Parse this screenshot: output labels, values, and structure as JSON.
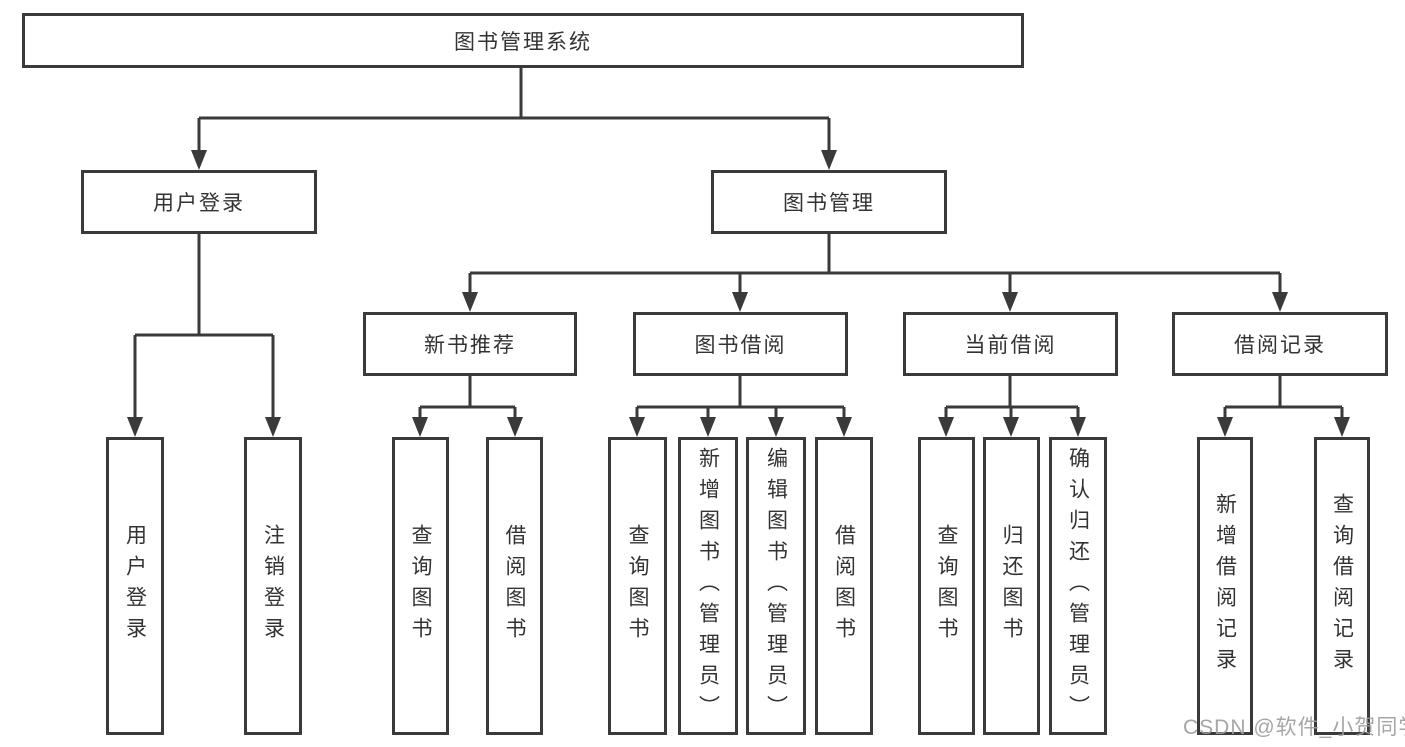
{
  "diagram": {
    "root": {
      "label": "图书管理系统"
    },
    "level2": {
      "user_login": {
        "label": "用户登录"
      },
      "book_management": {
        "label": "图书管理"
      }
    },
    "level3": {
      "new_book_recommend": {
        "label": "新书推荐"
      },
      "book_borrow": {
        "label": "图书借阅"
      },
      "current_borrow": {
        "label": "当前借阅"
      },
      "borrow_records": {
        "label": "借阅记录"
      }
    },
    "leaves": {
      "ul_user_login": {
        "label": "用户登录"
      },
      "ul_logout": {
        "label": "注销登录"
      },
      "nb_query_books": {
        "label": "查询图书"
      },
      "nb_borrow_books": {
        "label": "借阅图书"
      },
      "bb_query_books": {
        "label": "查询图书"
      },
      "bb_add_books": {
        "label": "新增图书（管理员）"
      },
      "bb_edit_books": {
        "label": "编辑图书（管理员）"
      },
      "bb_borrow_books": {
        "label": "借阅图书"
      },
      "cb_query_books": {
        "label": "查询图书"
      },
      "cb_return_books": {
        "label": "归还图书"
      },
      "cb_confirm_return": {
        "label": "确认归还（管理员）"
      },
      "br_add_record": {
        "label": "新增借阅记录"
      },
      "br_query_record": {
        "label": "查询借阅记录"
      }
    },
    "watermark": "CSDN @软件_小贺同学",
    "colors": {
      "line": "#3a3a3a",
      "text": "#333333",
      "background": "#ffffff",
      "watermark": "#9e9e9e"
    }
  }
}
